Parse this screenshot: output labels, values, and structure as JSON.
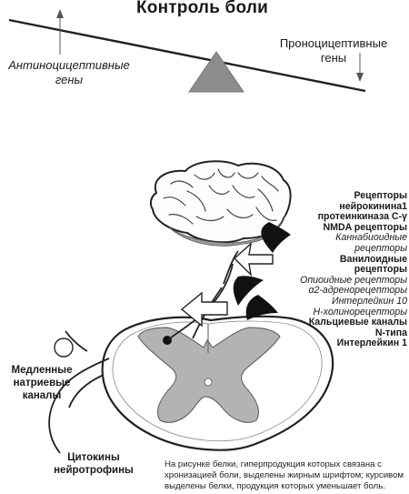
{
  "title": "Контроль боли",
  "seesaw": {
    "left_label": [
      "Антиноцицептивные",
      "гены"
    ],
    "right_label": [
      "Проноцицептивные",
      "гены"
    ]
  },
  "receptors": [
    {
      "text": "Рецепторы",
      "style": "bold"
    },
    {
      "text": "нейрокинина1",
      "style": "bold"
    },
    {
      "text": "протеинкиназа С-γ",
      "style": "bold"
    },
    {
      "text": "NMDA рецепторы",
      "style": "bold"
    },
    {
      "text": "Каннабиоидные",
      "style": "italic"
    },
    {
      "text": "рецепторы",
      "style": "italic"
    },
    {
      "text": "Ванилоидные",
      "style": "bold"
    },
    {
      "text": "рецепторы",
      "style": "bold"
    },
    {
      "text": "Опиоидные рецепторы",
      "style": "italic"
    },
    {
      "text": "α2-адренорецепторы",
      "style": "italic"
    },
    {
      "text": "Интерлейкин 10",
      "style": "italic"
    },
    {
      "text": "Н-холинорецепторы",
      "style": "italic"
    },
    {
      "text": "Кальциевые каналы",
      "style": "bold"
    },
    {
      "text": "N-типа",
      "style": "bold"
    },
    {
      "text": "Интерлейкин 1",
      "style": "bold"
    }
  ],
  "slow_channels": [
    "Медленные",
    "натриевые",
    "каналы"
  ],
  "cytokines": [
    "Цитокины",
    "нейротрофины"
  ],
  "caption": "На рисунке белки, гиперпродукция которых связана с хронизацией боли, выделены жирным шрифтом; курсивом выделены белки, продукция которых уменьшает боль."
}
